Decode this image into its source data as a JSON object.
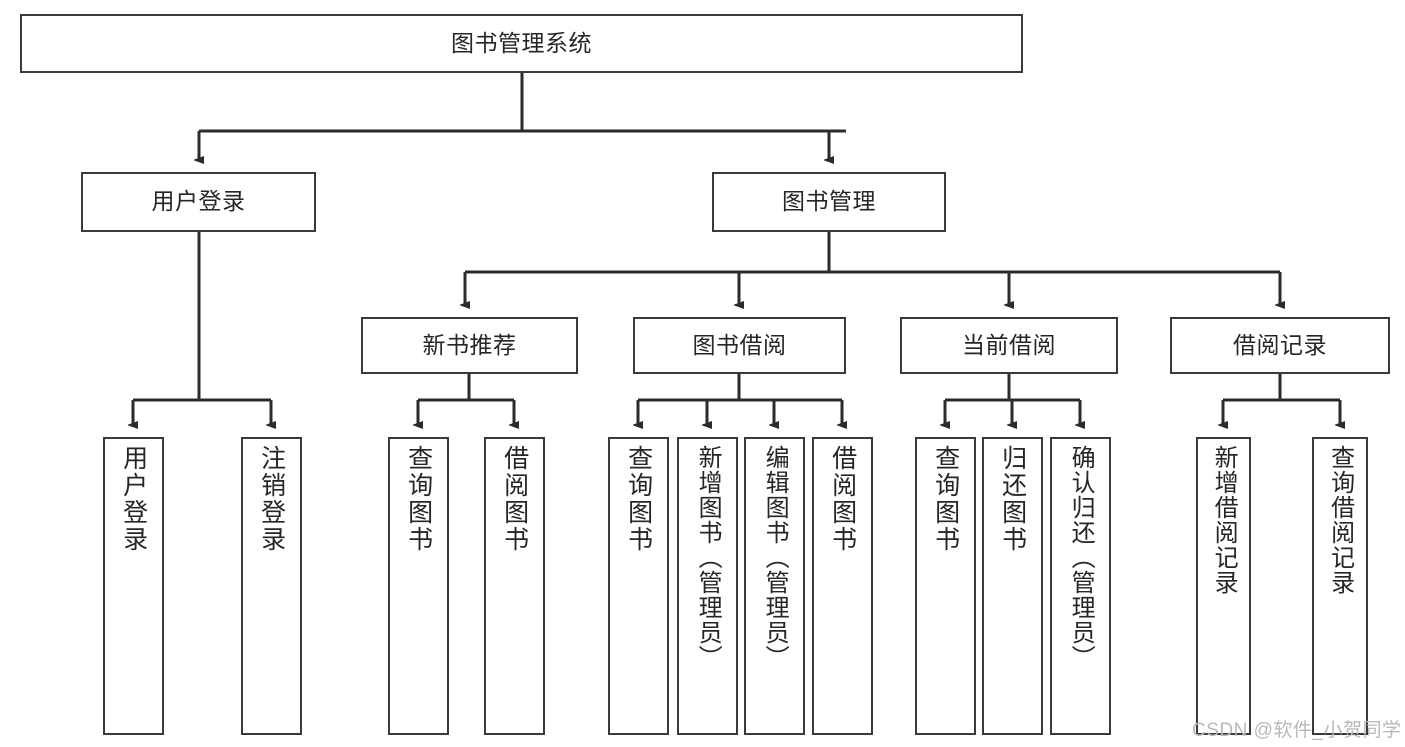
{
  "diagram": {
    "title": "图书管理系统",
    "type": "hierarchy-tree",
    "watermark": "CSDN @软件_小贺同学",
    "colors": {
      "box_border": "#3a3a3a",
      "box_fill": "#ffffff",
      "connector": "#2b2b2b",
      "text": "#262626",
      "watermark": "#b9b9b9",
      "background": "#ffffff"
    },
    "root": {
      "label": "图书管理系统"
    },
    "level1": [
      {
        "label": "用户登录"
      },
      {
        "label": "图书管理"
      }
    ],
    "level2": [
      {
        "label": "新书推荐"
      },
      {
        "label": "图书借阅"
      },
      {
        "label": "当前借阅"
      },
      {
        "label": "借阅记录"
      }
    ],
    "leaves": {
      "user_login": [
        {
          "label": "用户登录"
        },
        {
          "label": "注销登录"
        }
      ],
      "new_book": [
        {
          "label": "查询图书"
        },
        {
          "label": "借阅图书"
        }
      ],
      "book_borrow": [
        {
          "label": "查询图书"
        },
        {
          "label": "新增图书（管理员）"
        },
        {
          "label": "编辑图书（管理员）"
        },
        {
          "label": "借阅图书"
        }
      ],
      "current_borrow": [
        {
          "label": "查询图书"
        },
        {
          "label": "归还图书"
        },
        {
          "label": "确认归还（管理员）"
        }
      ],
      "borrow_record": [
        {
          "label": "新增借阅记录"
        },
        {
          "label": "查询借阅记录"
        }
      ]
    }
  }
}
